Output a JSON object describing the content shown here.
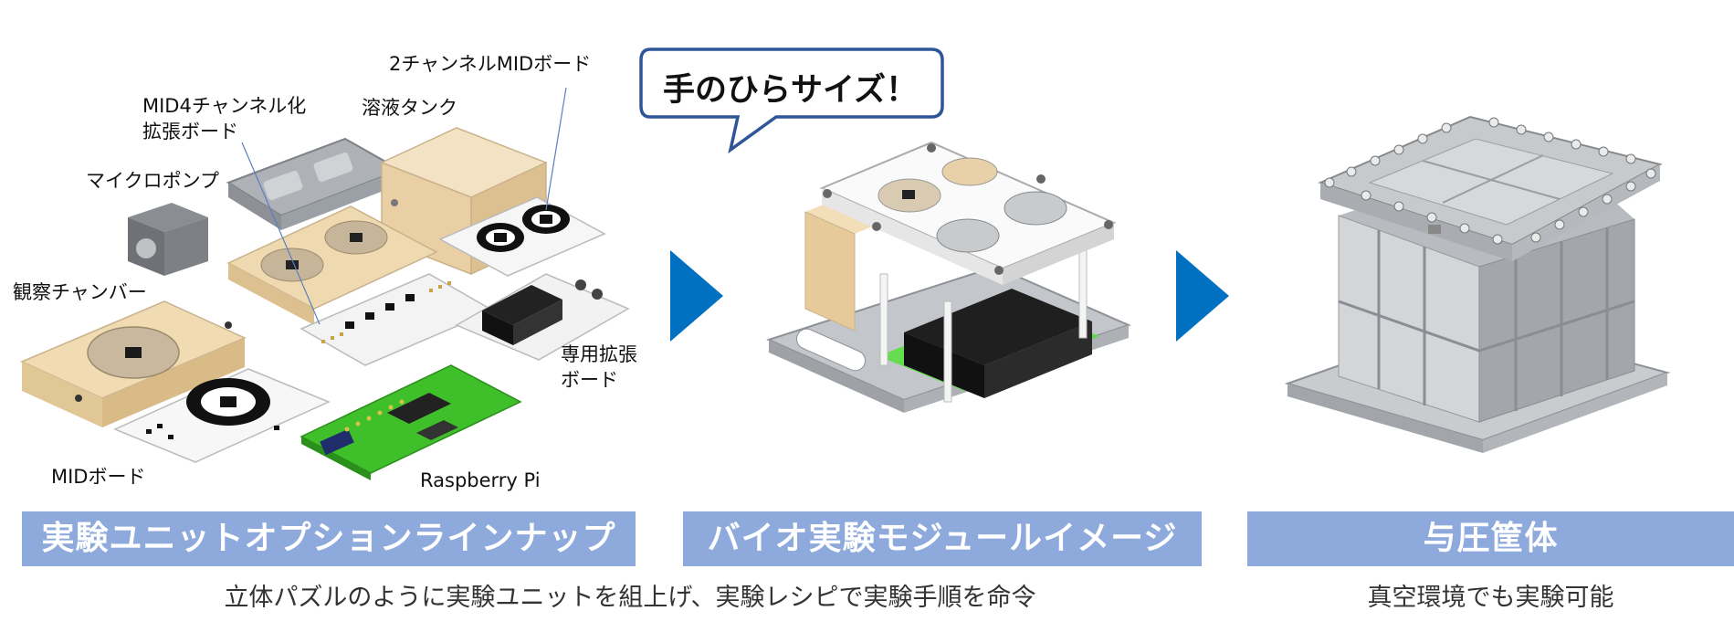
{
  "sections": [
    {
      "labels": {
        "mid2ch": "2チャンネルMIDボード",
        "mid4ch_line1": "MID4チャンネル化",
        "mid4ch_line2": "拡張ボード",
        "tank": "溶液タンク",
        "pump": "マイクロポンプ",
        "chamber": "観察チャンバー",
        "ext_line1": "専用拡張",
        "ext_line2": "ボード",
        "mid_board": "MIDボード",
        "raspi": "Raspberry Pi"
      },
      "banner": "実験ユニットオプションラインナップ",
      "caption": "立体パズルのように実験ユニットを組上げ、実験レシピで実験手順を命令"
    },
    {
      "bubble": "手のひらサイズ！",
      "banner": "バイオ実験モジュールイメージ"
    },
    {
      "banner": "与圧筐体",
      "caption": "真空環境でも実験可能"
    }
  ],
  "colors": {
    "banner_bg": "#8ea9db",
    "arrow": "#0070c0",
    "bubble_border": "#2e5597",
    "wood": "#eed8b2",
    "pcb_green": "#3fbf2a",
    "metal": "#b9bcc0"
  }
}
